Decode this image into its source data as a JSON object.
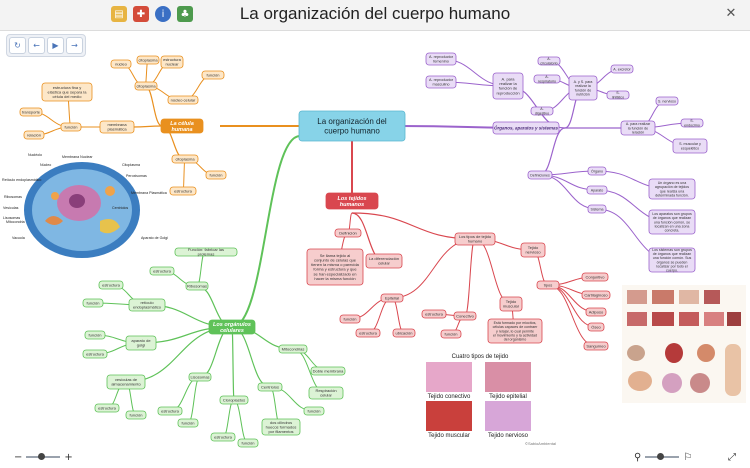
{
  "window": {
    "title": "La organización del cuerpo humano",
    "close": "✕"
  },
  "toolbar": {
    "icons": [
      "notes-icon",
      "puzzle-icon",
      "info-icon",
      "tree-icon"
    ]
  },
  "navigation": {
    "buttons": [
      "↻",
      "←",
      "▶",
      "→"
    ]
  },
  "central": "La organización del cuerpo humano",
  "celula": {
    "title": "La célula humana",
    "nodes": [
      "núcleo",
      "citoplasma",
      "estructura nuclear",
      "función",
      "citoplasma",
      "estructura",
      "núcleo celular",
      "membrana plasmática",
      "estructura fina y elástica que separa la célula del medio",
      "función",
      "transporte",
      "relación",
      "citoplasma",
      "estructura",
      "función"
    ]
  },
  "cell_labels": [
    "Nucléolo",
    "Membrana Nuclear",
    "Núcleo",
    "Citoplasma",
    "Retículo endoplasmático",
    "Peroxisomas",
    "Membrana Plasmática",
    "Ribosomas",
    "Vesículas",
    "Lisosomas",
    "Mitocondria",
    "Centriolos",
    "Vacuola",
    "Aparato de Golgi"
  ],
  "tejidos": {
    "title": "Los tejidos humanos",
    "nodes": [
      "Definición",
      "Se llama tejido al conjunto de células que tienen la misma o parecida forma y estructura y que se han especializado en hacer la misma función",
      "La diferenciación celular",
      "Los tipos de tejido humano",
      "Epitelial",
      "función",
      "estructura",
      "ubicación",
      "Conectivo",
      "estructura",
      "función",
      "Tejido muscular",
      "Está formado por miocitos, células capaces de contraer y relajar, lo cual permite el movimiento y la actividad del organismo",
      "Tejido nervioso",
      "Tejido conectivo",
      "tipos",
      "Conjuntivo",
      "Cartilaginoso",
      "Adiposo",
      "Óseo",
      "Sanguíneo"
    ]
  },
  "figure_tejidos": {
    "title": "Cuatro tipos de tejido",
    "captions": [
      "Tejido conectivo",
      "Tejido epitelial",
      "Tejido muscular",
      "Tejido nervioso"
    ],
    "credit": "©SabioAmbiental"
  },
  "organulos": {
    "title": "Los orgánulos celulares",
    "nodes": [
      "Función: fabricar las proteínas",
      "Ribosomas",
      "estructura",
      "estructura",
      "función",
      "retículo endoplasmático",
      "aparato de golgi",
      "función",
      "estructura",
      "vesículas de almacenamiento",
      "estructura",
      "función",
      "Lisosomas",
      "estructura",
      "función",
      "Cloroplastos",
      "estructura",
      "función",
      "Centriolos",
      "dos cilindros huecos formados por filamentos",
      "función",
      "Mitocondrias",
      "Doble membrana",
      "Respiración celular",
      "función"
    ]
  },
  "organos": {
    "title": "Órganos, aparatos y sistemas",
    "nodes": [
      "A. reproductor femenino",
      "A. reproductor masculino",
      "A. para realizar la función de reproducción",
      "A. circulatorio",
      "A. respiratorio",
      "A. excretor",
      "A. digestivo",
      "A. y S. para realizar la función de nutrición",
      "S. linfático",
      "S. nervioso",
      "A. para realizar la función de relación",
      "S. endocrino",
      "S. muscular y esquelético",
      "Definiciones",
      "Órgano",
      "Aparato",
      "Sistema",
      "Un órgano es una agrupación de tejidos que realiza una determinada función.",
      "Los aparatos son grupos de órganos que realizan una función común, se localizan en una zona concreta.",
      "Los sistemas son grupos de órganos que realizan una función común. Sus órganos se pueden localizar por todo el cuerpo."
    ]
  },
  "zoom": {
    "minus": "−",
    "plus": "+"
  },
  "colors": {
    "central": "#87d3e8",
    "celula": "#e9901f",
    "tejidos": "#d9474f",
    "organulos": "#5fc259",
    "organos": "#9b63cc"
  }
}
